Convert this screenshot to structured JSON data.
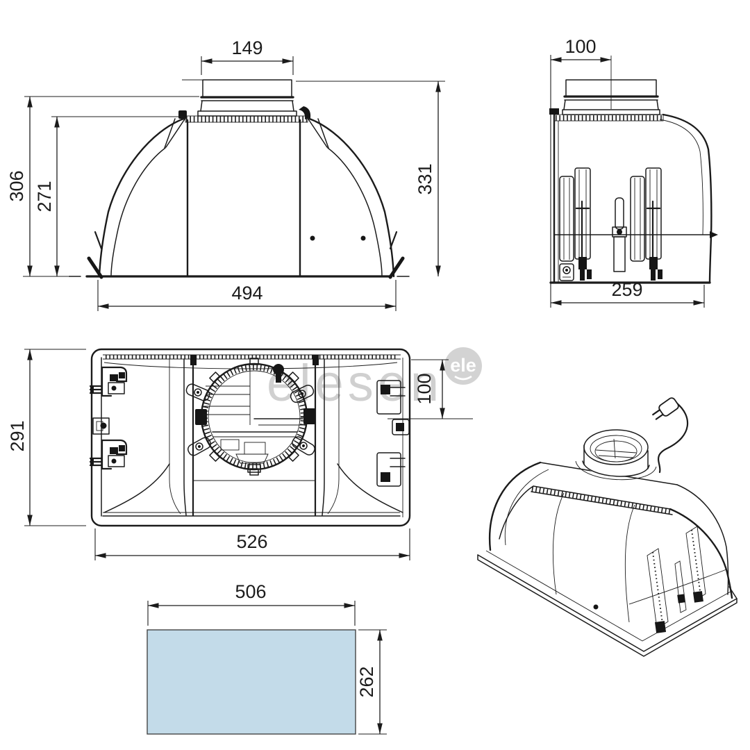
{
  "page": {
    "background": "#ffffff"
  },
  "drawing": {
    "line_color": "#1b1b1b",
    "views": {
      "front": {
        "name": "front elevation",
        "dims": {
          "duct_width": "149",
          "height_to_flange": "306",
          "height_body": "271",
          "height_total": "331",
          "base_width": "494"
        }
      },
      "side": {
        "name": "side elevation",
        "dims": {
          "duct_offset": "100",
          "depth": "259"
        }
      },
      "plan": {
        "name": "plan view",
        "dims": {
          "depth": "291",
          "width": "526",
          "duct_offset": "100"
        }
      },
      "cutout": {
        "name": "ceiling cut-out",
        "fill": "#c3dbe9",
        "dims": {
          "width": "506",
          "depth": "262"
        }
      },
      "perspective": {
        "name": "perspective view"
      }
    },
    "watermark": {
      "text": "elesen",
      "badge": "ele"
    }
  }
}
